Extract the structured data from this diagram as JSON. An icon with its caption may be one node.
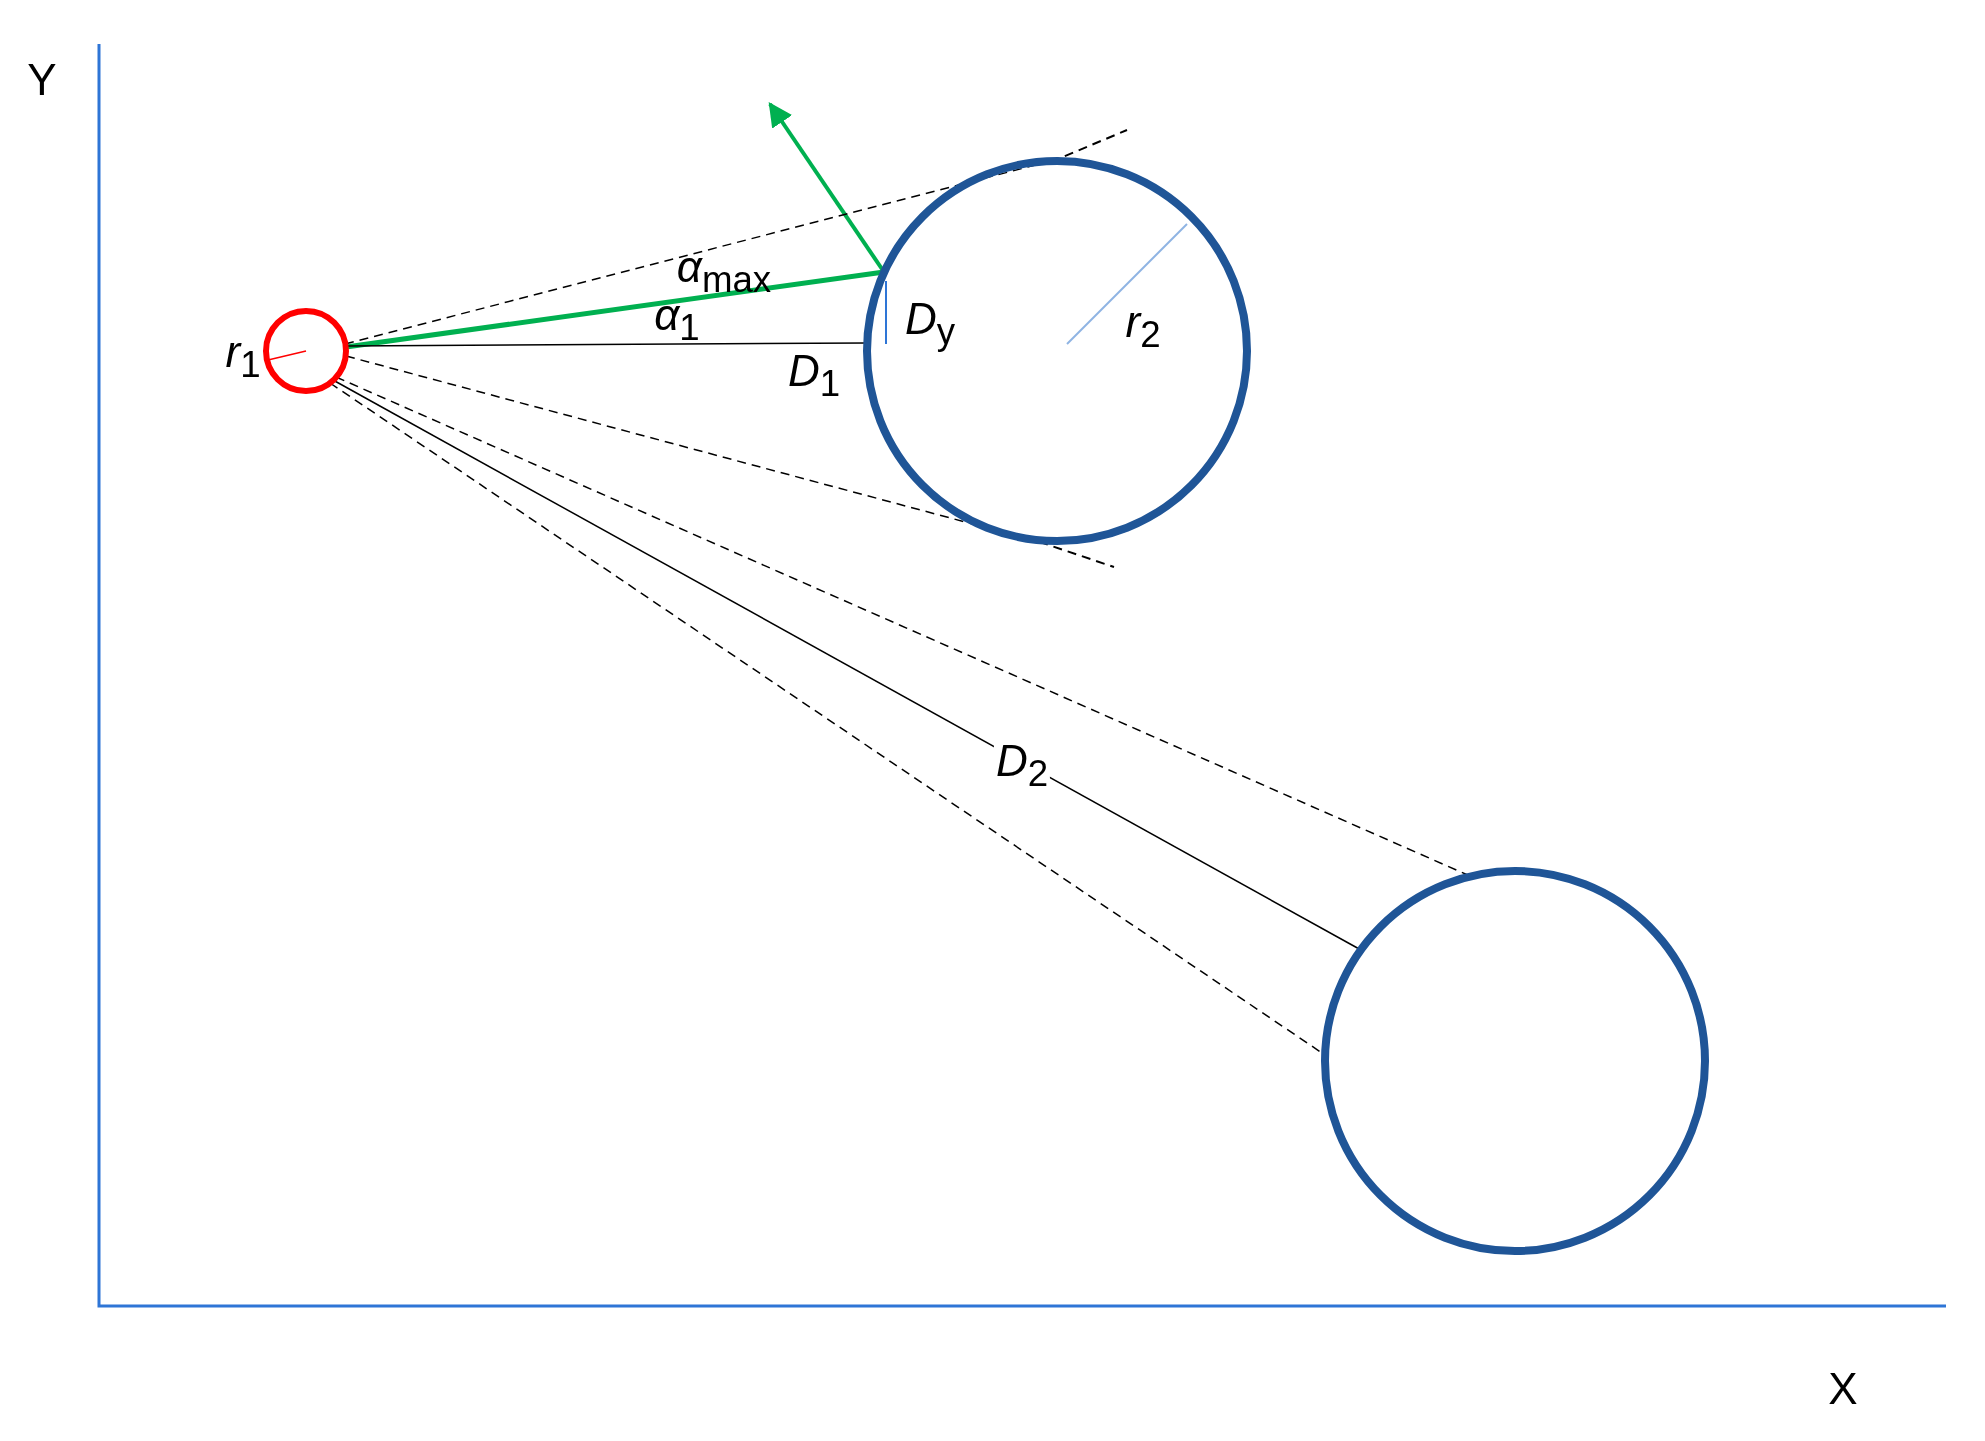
{
  "diagram": {
    "nodes": [
      {
        "text": [],
        "shape": "circle",
        "beside": [
          "*r*$_{1}$"
        ]
      },
      {
        "text": [],
        "shape": "circle"
      },
      {
        "text": [],
        "shape": "circle"
      }
    ],
    "edges": [
      {
        "from": 0,
        "to": 1,
        "arrow": "none",
        "style": "thick",
        "color": "#00b050"
      },
      {
        "from": 0,
        "to": 1,
        "arrow": "none",
        "label": "*D*$_{1}$"
      },
      {
        "from": 0,
        "to": 2,
        "arrow": "none",
        "label": "*D*$_{2}$"
      },
      {
        "from": 0,
        "to": 1,
        "arrow": "none",
        "style": "dashed"
      },
      {
        "from": 0,
        "to": 1,
        "arrow": "none",
        "style": "dashed"
      },
      {
        "from": 0,
        "to": 2,
        "arrow": "none",
        "style": "dashed"
      },
      {
        "from": 0,
        "to": 2,
        "arrow": "none",
        "style": "dashed"
      }
    ],
    "labels": [
      "Y",
      "*α*$_{max}$",
      "*α*$_{1}$",
      "*D*$_{y}$",
      "*r*$_{2}$",
      "X"
    ]
  }
}
